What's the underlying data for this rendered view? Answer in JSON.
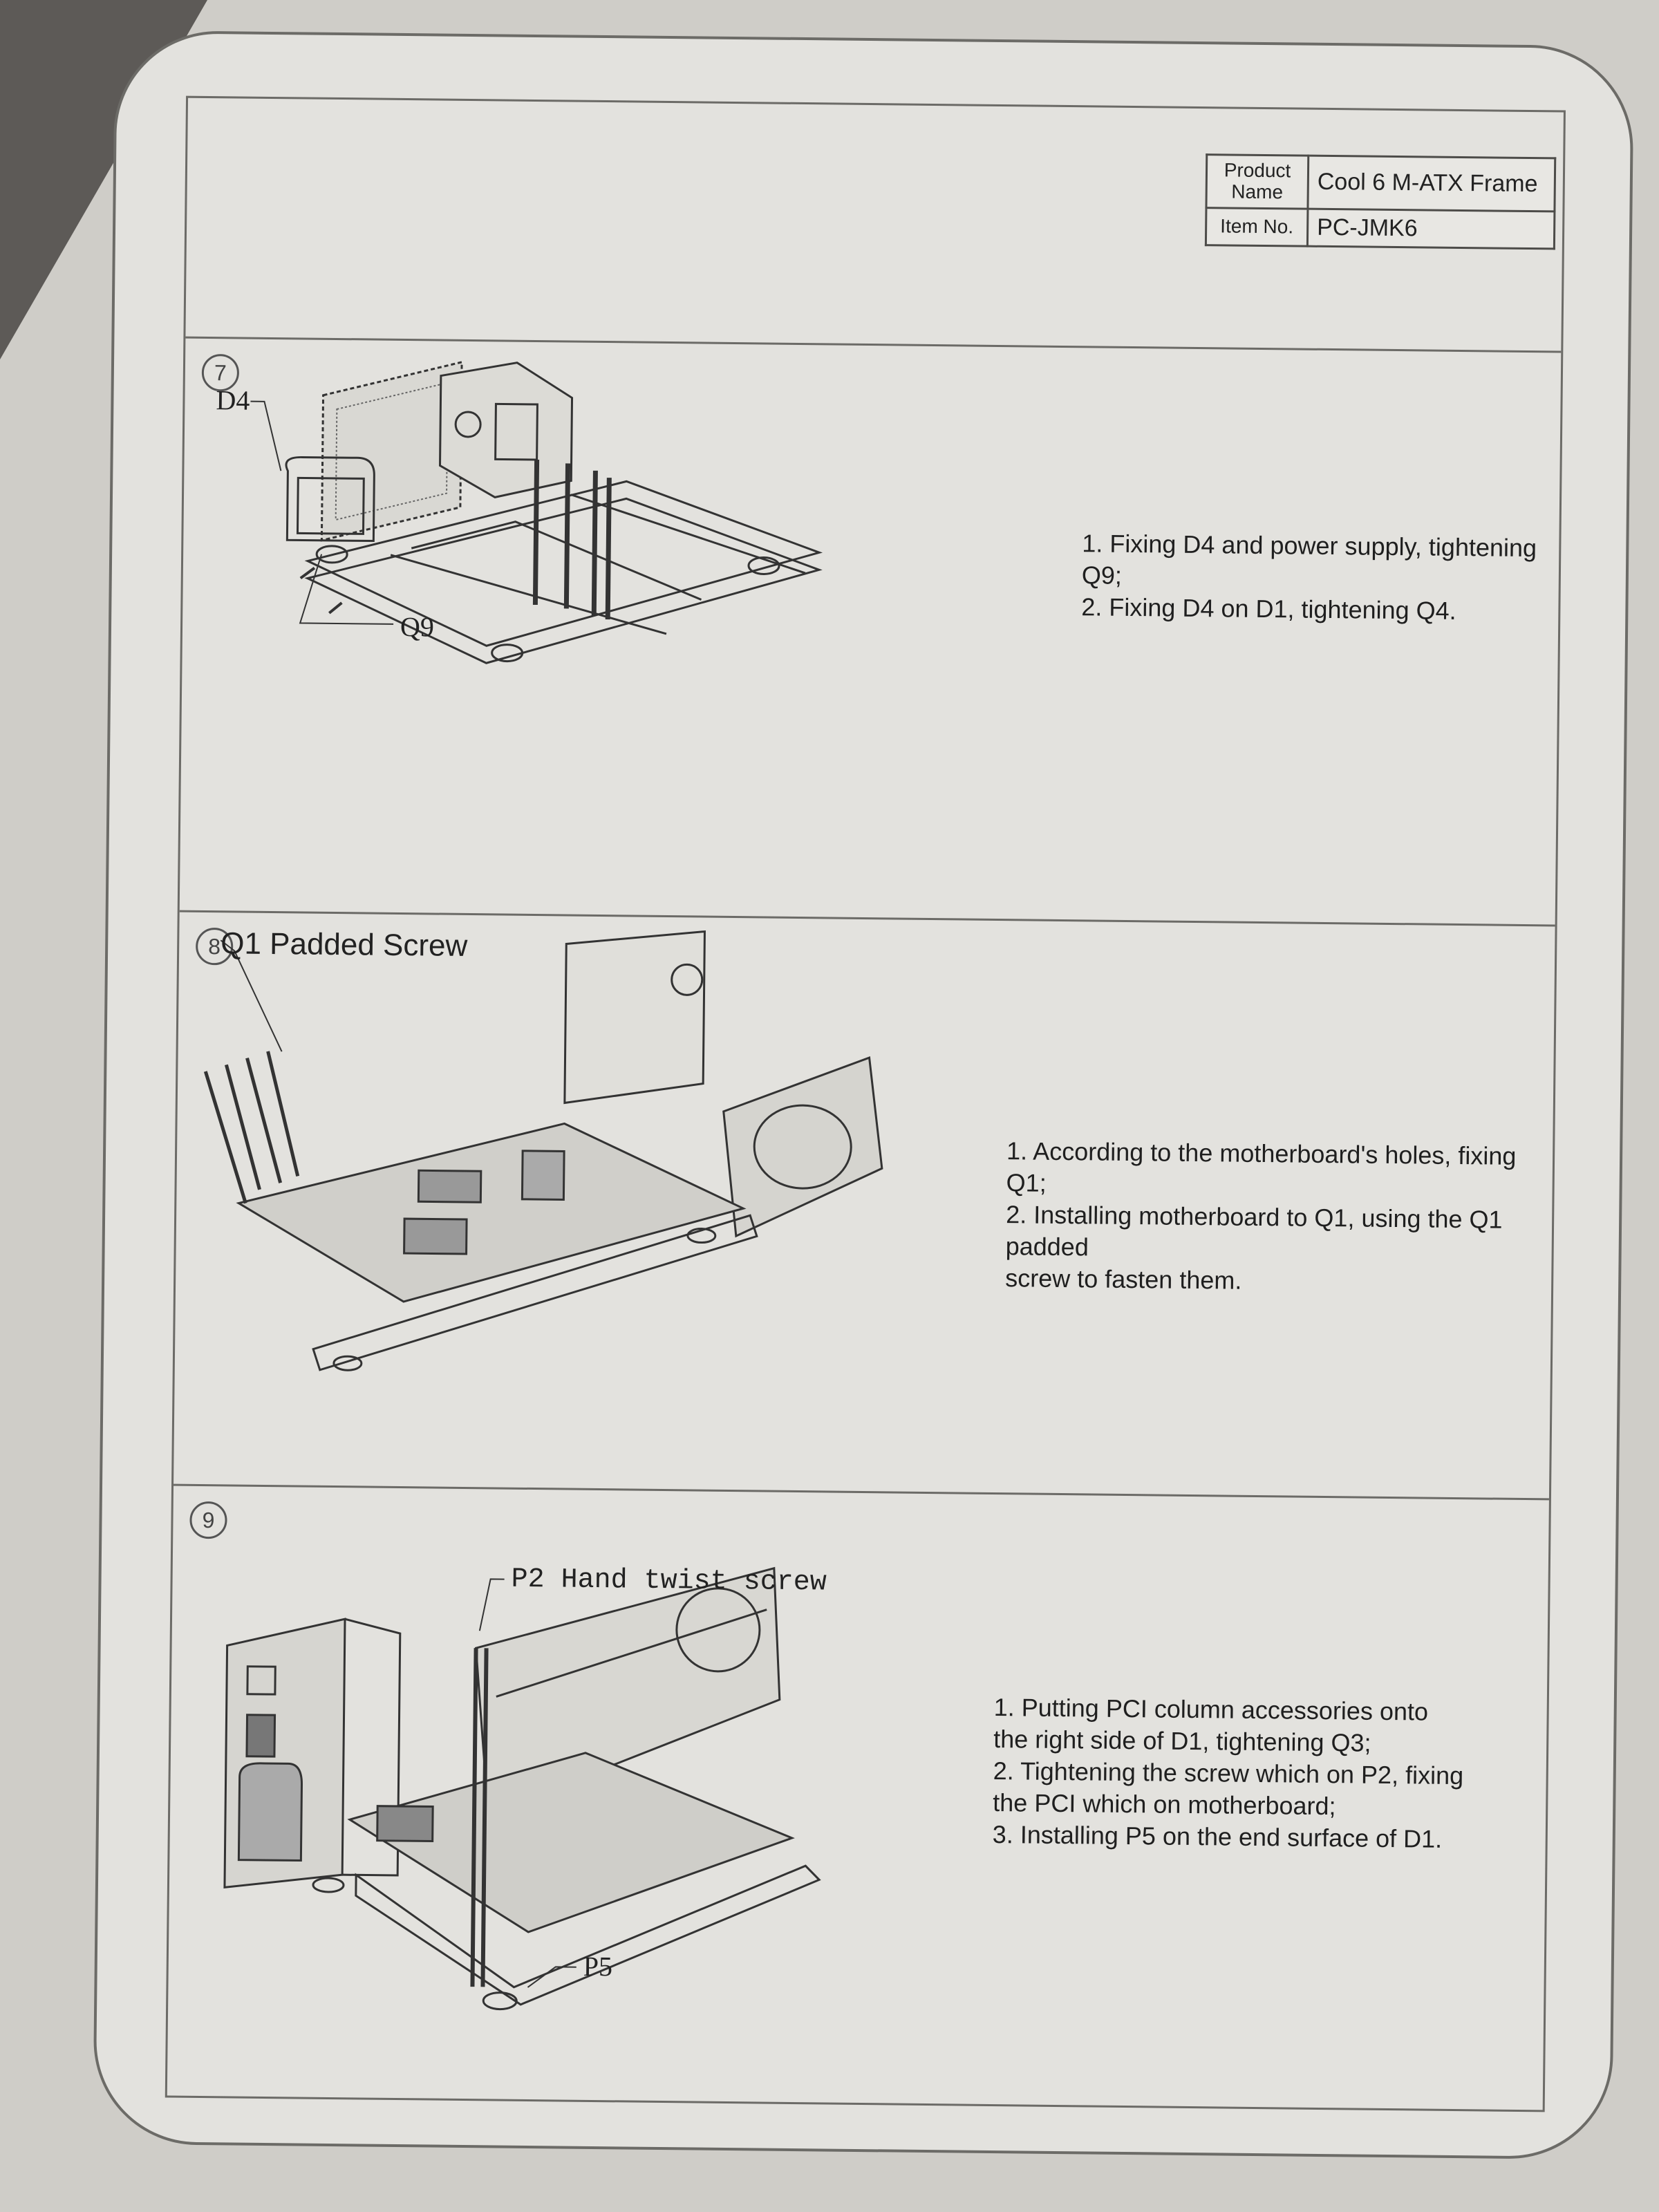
{
  "header": {
    "product_label": "Product Name",
    "product_value": "Cool 6 M-ATX Frame",
    "item_label": "Item No.",
    "item_value": "PC-JMK6"
  },
  "steps": [
    {
      "number": "7",
      "labels": [
        "D4",
        "Q9"
      ],
      "instructions": [
        "1. Fixing D4 and power supply, tightening Q9;",
        "2. Fixing D4 on D1, tightening Q4."
      ]
    },
    {
      "number": "8",
      "labels": [
        "Q1 Padded Screw"
      ],
      "instructions": [
        "1. According to the motherboard's holes, fixing Q1;",
        "2. Installing motherboard to Q1, using the Q1 padded",
        "screw to fasten them."
      ]
    },
    {
      "number": "9",
      "labels": [
        "P2 Hand twist screw",
        "P5"
      ],
      "instructions": [
        "1. Putting PCI column accessories onto",
        "the right side of D1, tightening Q3;",
        "2. Tightening the screw which on P2, fixing",
        "the PCI which on motherboard;",
        "3. Installing P5 on the end surface of D1."
      ]
    }
  ]
}
